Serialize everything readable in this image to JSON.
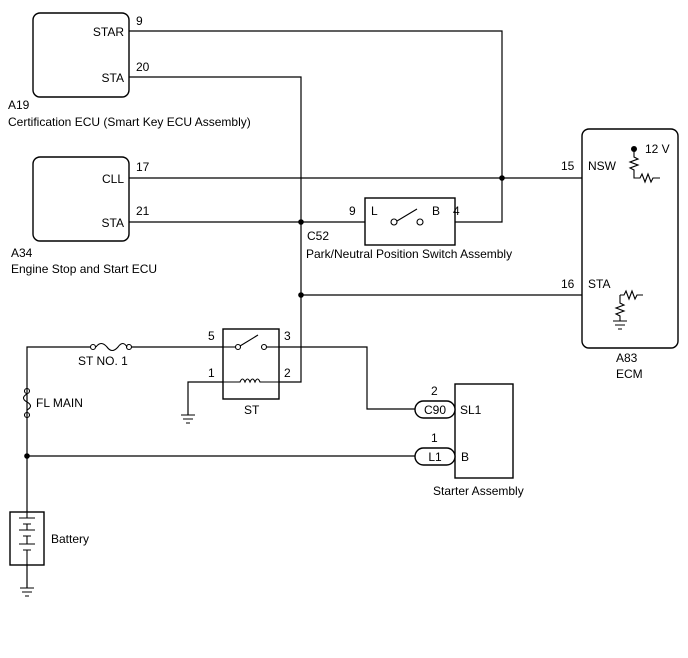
{
  "components": {
    "a19": {
      "code": "A19",
      "name": "Certification ECU (Smart Key ECU Assembly)",
      "pin_star": "STAR",
      "pin_sta": "STA",
      "num_star": "9",
      "num_sta": "20"
    },
    "a34": {
      "code": "A34",
      "name": "Engine Stop and Start ECU",
      "pin_cll": "CLL",
      "pin_sta": "STA",
      "num_cll": "17",
      "num_sta": "21"
    },
    "c52": {
      "code": "C52",
      "name": "Park/Neutral Position Switch Assembly",
      "pin_l": "L",
      "pin_b": "B",
      "num_l": "9",
      "num_b": "4"
    },
    "a83": {
      "code": "A83",
      "name": "ECM",
      "pin_nsw": "NSW",
      "pin_sta": "STA",
      "num_nsw": "15",
      "num_sta": "16",
      "voltage": "12 V"
    },
    "st_relay": {
      "name": "ST",
      "num_5": "5",
      "num_3": "3",
      "num_1": "1",
      "num_2": "2"
    },
    "fuse_st": {
      "name": "ST NO. 1"
    },
    "fuse_fl": {
      "name": "FL MAIN"
    },
    "starter": {
      "name": "Starter Assembly",
      "pin_sl1": "SL1",
      "pin_b": "B",
      "conn_c90": "C90",
      "conn_l1": "L1",
      "num_c90": "2",
      "num_l1": "1"
    },
    "battery": {
      "name": "Battery"
    }
  }
}
